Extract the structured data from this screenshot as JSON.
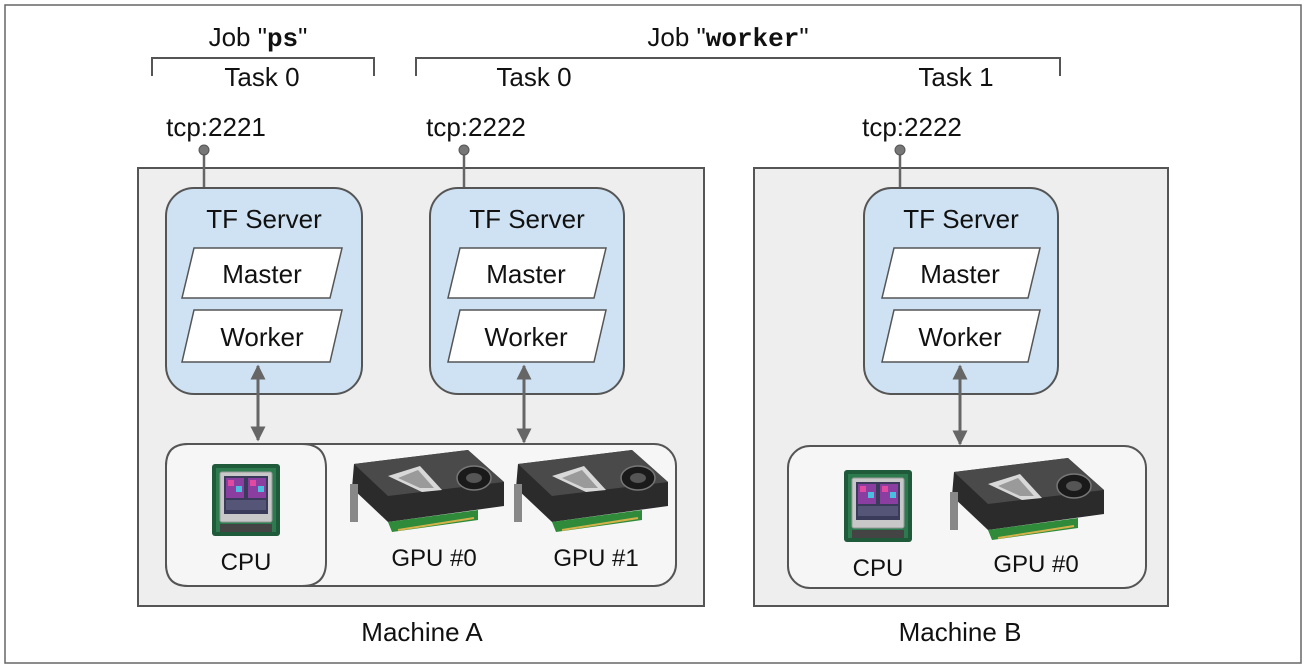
{
  "jobs": {
    "ps": {
      "prefix": "Job \"",
      "name": "ps",
      "suffix": "\""
    },
    "worker": {
      "prefix": "Job \"",
      "name": "worker",
      "suffix": "\""
    }
  },
  "tasks": {
    "ps_task0": "Task 0",
    "worker_task0": "Task 0",
    "worker_task1": "Task 1"
  },
  "ports": {
    "ps_task0": "tcp:2221",
    "worker_task0": "tcp:2222",
    "worker_task1": "tcp:2222"
  },
  "servers": {
    "title": "TF Server",
    "master": "Master",
    "worker": "Worker"
  },
  "devices": {
    "machine_a_cpu": "CPU",
    "machine_a_gpu0": "GPU #0",
    "machine_a_gpu1": "GPU #1",
    "machine_b_cpu": "CPU",
    "machine_b_gpu0": "GPU #0"
  },
  "machines": {
    "a": "Machine A",
    "b": "Machine B"
  },
  "colors": {
    "server_fill": "#cfe2f3",
    "machine_fill": "#eeeeee",
    "border": "#555555",
    "connector": "#666666"
  }
}
